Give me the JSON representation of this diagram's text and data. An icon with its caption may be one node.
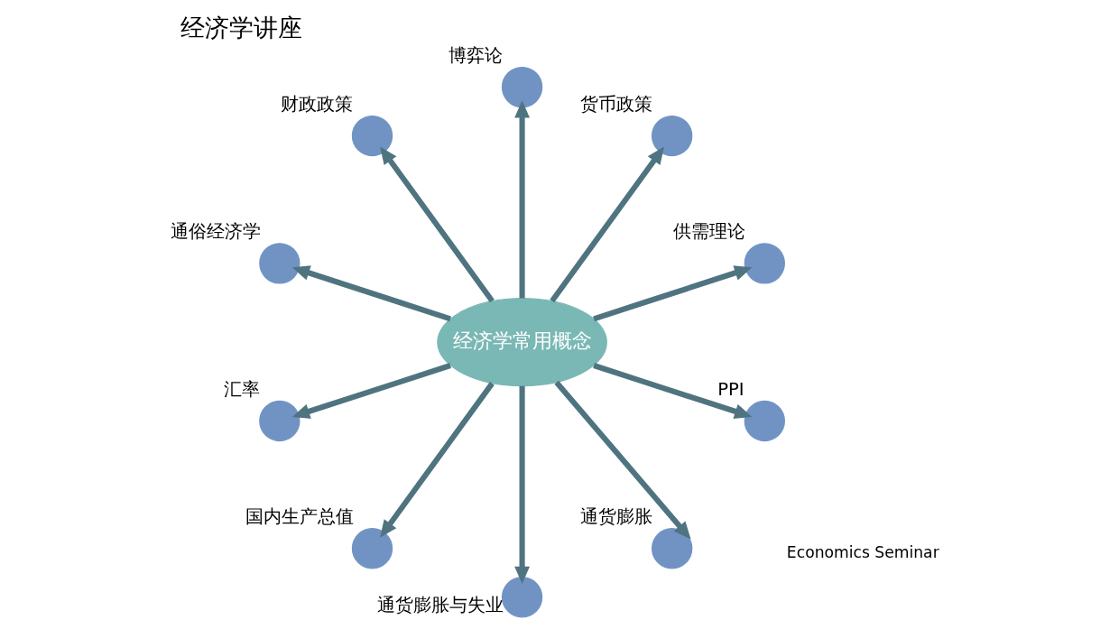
{
  "diagram": {
    "title": "经济学讲座",
    "nodes": [
      {
        "text": [
          "经济学常用概念"
        ]
      },
      {
        "text": [],
        "shape": "circle",
        "beside": [
          "供需理论"
        ]
      },
      {
        "text": [],
        "shape": "circle",
        "beside": [
          "货币政策"
        ]
      },
      {
        "text": [],
        "shape": "circle",
        "beside": [
          "博弈论"
        ]
      },
      {
        "text": [],
        "shape": "circle",
        "beside": [
          "财政政策"
        ]
      },
      {
        "text": [],
        "shape": "circle",
        "beside": [
          "通俗经济学"
        ]
      },
      {
        "text": [],
        "shape": "circle",
        "beside": [
          "汇率"
        ]
      },
      {
        "text": [],
        "shape": "circle",
        "beside": [
          "国内生产总值"
        ]
      },
      {
        "text": [],
        "shape": "circle",
        "beside": [
          "通货膨胀与失业"
        ]
      },
      {
        "text": [],
        "shape": "circle",
        "beside": [
          "通货膨胀"
        ]
      },
      {
        "text": [],
        "shape": "circle",
        "beside": [
          "PPI"
        ]
      }
    ],
    "edges": [
      {
        "from": 0,
        "to": 1,
        "arrow": "to"
      },
      {
        "from": 0,
        "to": 3,
        "arrow": "to"
      },
      {
        "from": 0,
        "to": 5,
        "arrow": "to"
      },
      {
        "from": 0,
        "to": 7,
        "arrow": "to"
      },
      {
        "from": 0,
        "to": 9,
        "arrow": "to"
      },
      {
        "from": 0,
        "to": 10,
        "arrow": "to"
      },
      {
        "from": 0,
        "to": 8,
        "arrow": "to"
      },
      {
        "from": 0,
        "to": 6,
        "arrow": "to"
      },
      {
        "from": 0,
        "to": 4,
        "arrow": "to"
      },
      {
        "from": 0,
        "to": 2,
        "arrow": "to"
      }
    ],
    "labels": [
      "Economics Seminar"
    ]
  }
}
